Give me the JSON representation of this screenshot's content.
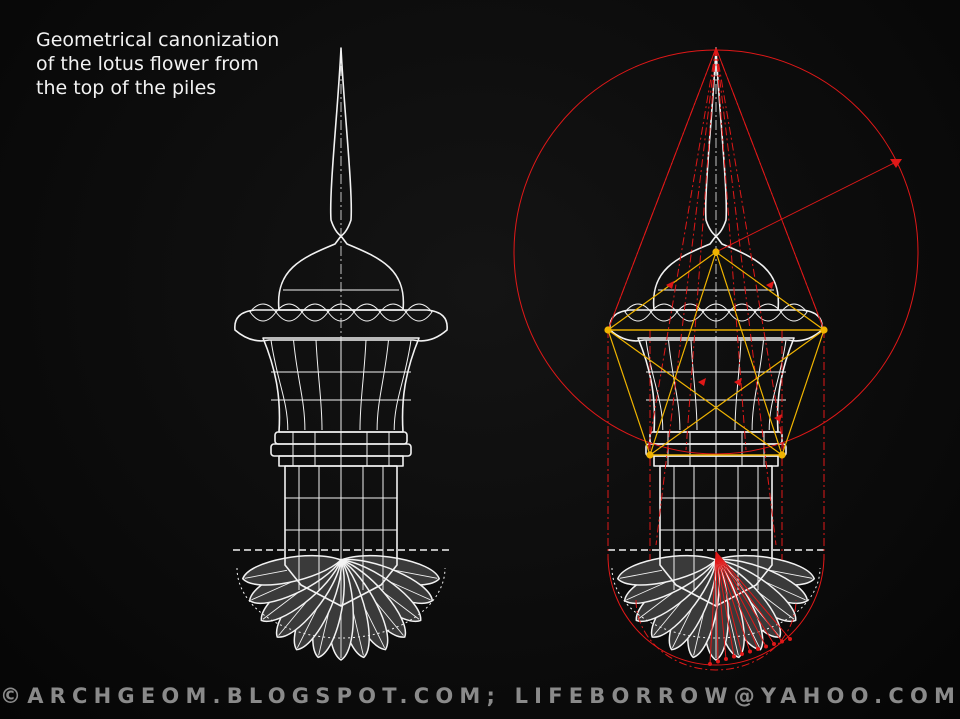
{
  "caption": {
    "line1": "Geometrical canonization",
    "line2": "of the lotus flower from",
    "line3": "the top of the piles"
  },
  "footer": {
    "credit": "©ARCHGEOM.BLOGSPOT.COM; LIFEBORROW@YAHOO.COM"
  },
  "colors": {
    "background": "#0b0b0b",
    "drawing": "#f2f2f2",
    "fill": "#3a3a3a",
    "construction_red": "#e01818",
    "construction_yellow": "#f0b400"
  },
  "figures": [
    {
      "name": "finial-plain-drawing",
      "construction": false
    },
    {
      "name": "finial-construction-drawing",
      "construction": true
    }
  ]
}
